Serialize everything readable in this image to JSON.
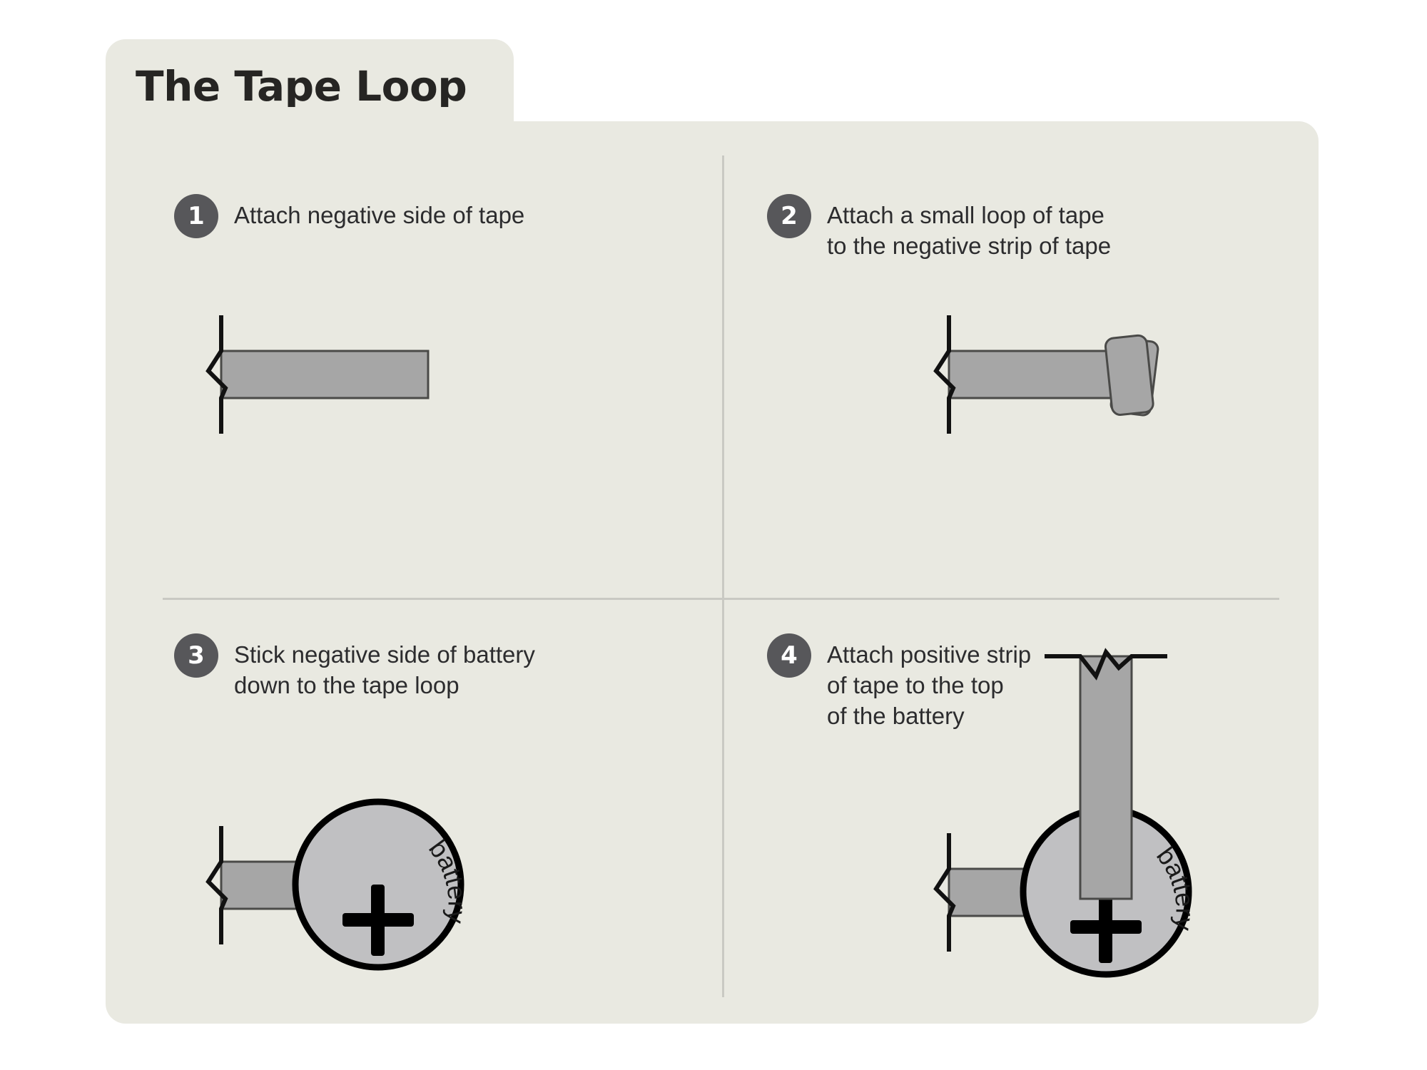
{
  "card": {
    "title": "The Tape Loop",
    "background_color": "#E9E9E1",
    "divider_color": "#C9C9C3"
  },
  "palette": {
    "tape_fill": "#A6A6A6",
    "tape_stroke": "#4A4A48",
    "battery_fill": "#C0C0C2",
    "battery_stroke": "#000000",
    "badge_fill": "#57575A",
    "badge_text": "#FFFFFF",
    "body_text": "#2C2C2E",
    "title_text": "#262523",
    "page_background": "#FFFFFF"
  },
  "steps": [
    {
      "number": "1",
      "label": "Attach negative side of tape",
      "figure": "negative-tape-strip"
    },
    {
      "number": "2",
      "label": "Attach a small loop of tape\nto the negative strip of tape",
      "figure": "tape-strip-with-loop"
    },
    {
      "number": "3",
      "label": "Stick negative side of battery\ndown to the tape loop",
      "figure": "battery-on-tape"
    },
    {
      "number": "4",
      "label": "Attach positive strip\nof tape to the top\nof the battery",
      "figure": "battery-with-positive-strip"
    }
  ],
  "battery": {
    "side_label": "battery",
    "polarity_symbol": "+"
  }
}
